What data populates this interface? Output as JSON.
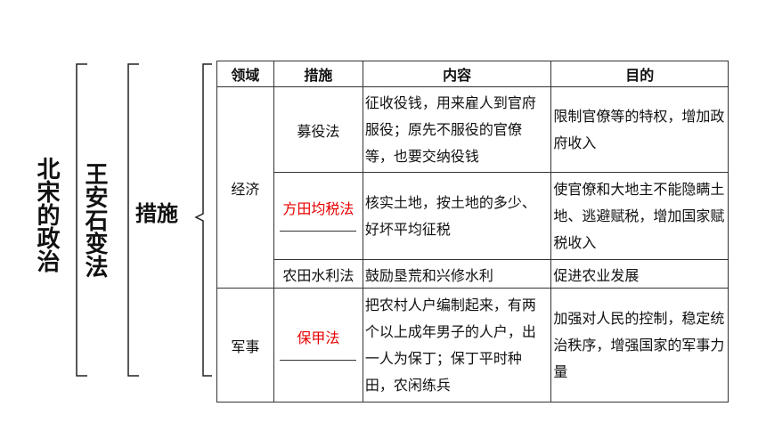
{
  "titles": {
    "level1": "北宋的政治",
    "level2": "王安石变法",
    "level3": "措施"
  },
  "table": {
    "headers": [
      "领域",
      "措施",
      "内容",
      "目的"
    ],
    "economy_label": "经济",
    "military_label": "军事",
    "rows": [
      {
        "measure": "募役法",
        "content": "征收役钱，用来雇人到官府服役；原先不服役的官僚等，也要交纳役钱",
        "purpose": "限制官僚等的特权，增加政府收入"
      },
      {
        "measure": "方田均税法",
        "content": "核实土地，按土地的多少、好坏平均征税",
        "purpose": "使官僚和大地主不能隐瞒土地、逃避赋税，增加国家赋税收入"
      },
      {
        "measure": "农田水利法",
        "content": "鼓励垦荒和兴修水利",
        "purpose": "促进农业发展"
      },
      {
        "measure": "保甲法",
        "content": "把农村人户编制起来，有两个以上成年男子的人户，出一人为保丁；保丁平时种田，农闲练兵",
        "purpose": "加强对人民的控制，稳定统治秩序，增强国家的军事力量"
      }
    ]
  },
  "colors": {
    "highlight": "#e60000",
    "border": "#333333"
  }
}
